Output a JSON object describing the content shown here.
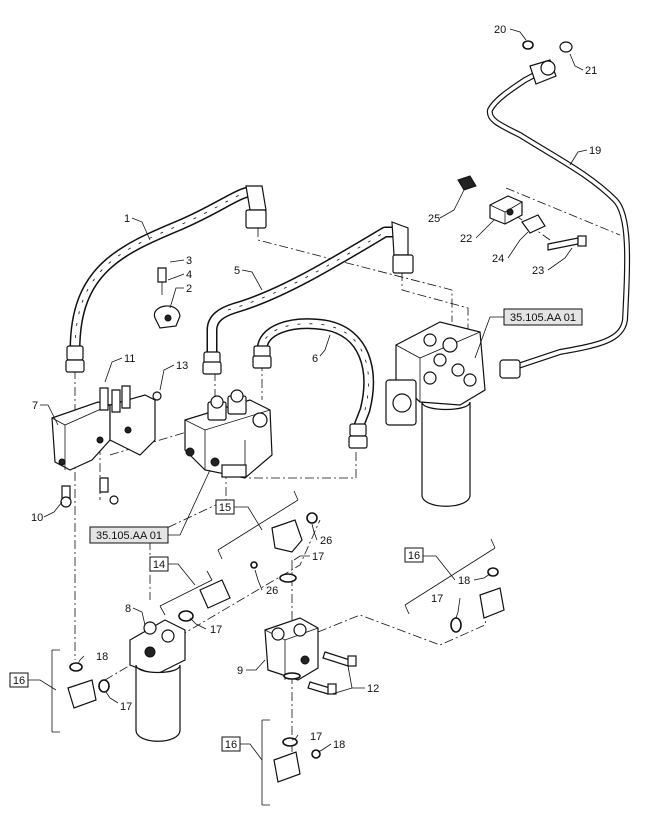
{
  "callouts": {
    "c1": "1",
    "c2": "2",
    "c3": "3",
    "c4": "4",
    "c5": "5",
    "c6": "6",
    "c7": "7",
    "c8": "8",
    "c9": "9",
    "c10": "10",
    "c11": "11",
    "c12": "12",
    "c13": "13",
    "c17a": "17",
    "c17b": "17",
    "c17c": "17",
    "c17d": "17",
    "c17e": "17",
    "c18a": "18",
    "c18b": "18",
    "c18c": "18",
    "c19": "19",
    "c20": "20",
    "c21": "21",
    "c22": "22",
    "c23": "23",
    "c24": "24",
    "c25": "25",
    "c26a": "26",
    "c26b": "26"
  },
  "references": {
    "ref_right": "35.105.AA 01",
    "ref_left": "35.105.AA 01"
  },
  "groups": {
    "g14": "14",
    "g15": "15",
    "g16_right": "16",
    "g16_left": "16",
    "g16_bottom": "16"
  },
  "colors": {
    "line": "#111111",
    "background": "#ffffff",
    "reference_fill": "#e4e4e4"
  }
}
